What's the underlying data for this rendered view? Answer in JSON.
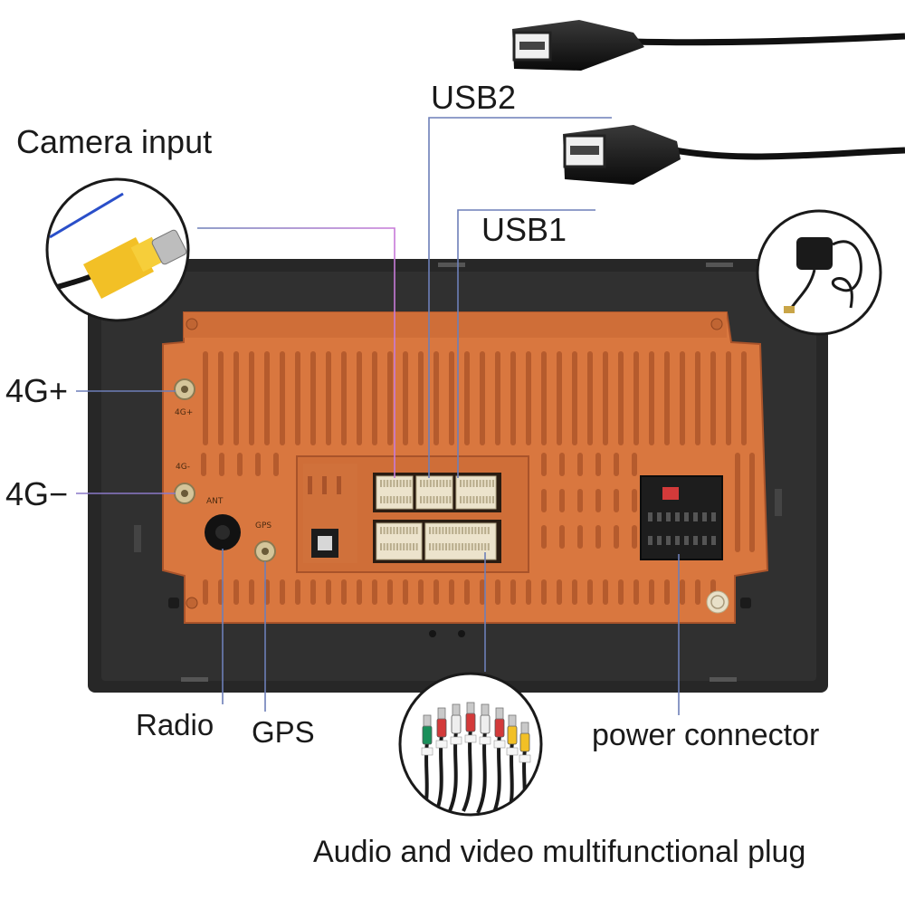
{
  "labels": {
    "camera_input": "Camera input",
    "usb2": "USB2",
    "usb1": "USB1",
    "g4_plus": "4G+",
    "g4_minus": "4G−",
    "radio": "Radio",
    "gps": "GPS",
    "power_connector": "power connector",
    "av_plug": "Audio and video multifunctional plug"
  },
  "panel_marks": {
    "g4_plus": "4G+",
    "g4_minus": "4G-",
    "ant": "ANT",
    "gps": "GPS"
  },
  "colors": {
    "housing": "#d9773f",
    "housing_dark": "#a9532a",
    "bezel": "#262626",
    "connector": "#ece3cc",
    "leader_blue": "#6d7fb8",
    "leader_pink": "#c77ad8"
  },
  "icons": {
    "camera": "rca-yellow-plug",
    "gps_antenna": "gps-antenna-puck",
    "usb": "usb-female-cable",
    "av": "rca-bundle"
  }
}
